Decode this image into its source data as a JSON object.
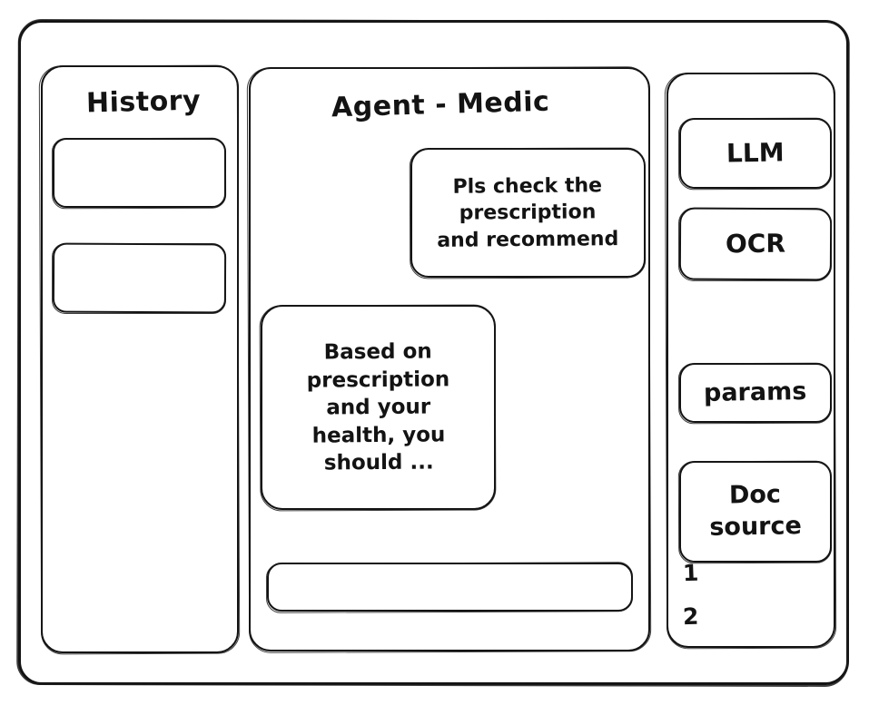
{
  "app": {
    "frame_label": "app-window",
    "stroke_color": "#131313",
    "background_color": "#ffffff"
  },
  "history": {
    "title": "History",
    "items": [
      {
        "label": ""
      },
      {
        "label": ""
      }
    ]
  },
  "agent": {
    "title": "Agent - Medic",
    "messages": [
      {
        "role": "user",
        "text": "Pls check the\nprescription\nand recommend"
      },
      {
        "role": "assistant",
        "text": "Based on\nprescription\nand your\nhealth, you\nshould ..."
      }
    ],
    "composer": {
      "value": "",
      "placeholder": ""
    }
  },
  "tools": {
    "buttons": [
      {
        "label": "LLM"
      },
      {
        "label": "OCR"
      },
      {
        "label": "params"
      },
      {
        "label": "Doc\nsource"
      }
    ],
    "doc_source_items": [
      {
        "label": "1"
      },
      {
        "label": "2"
      }
    ]
  }
}
